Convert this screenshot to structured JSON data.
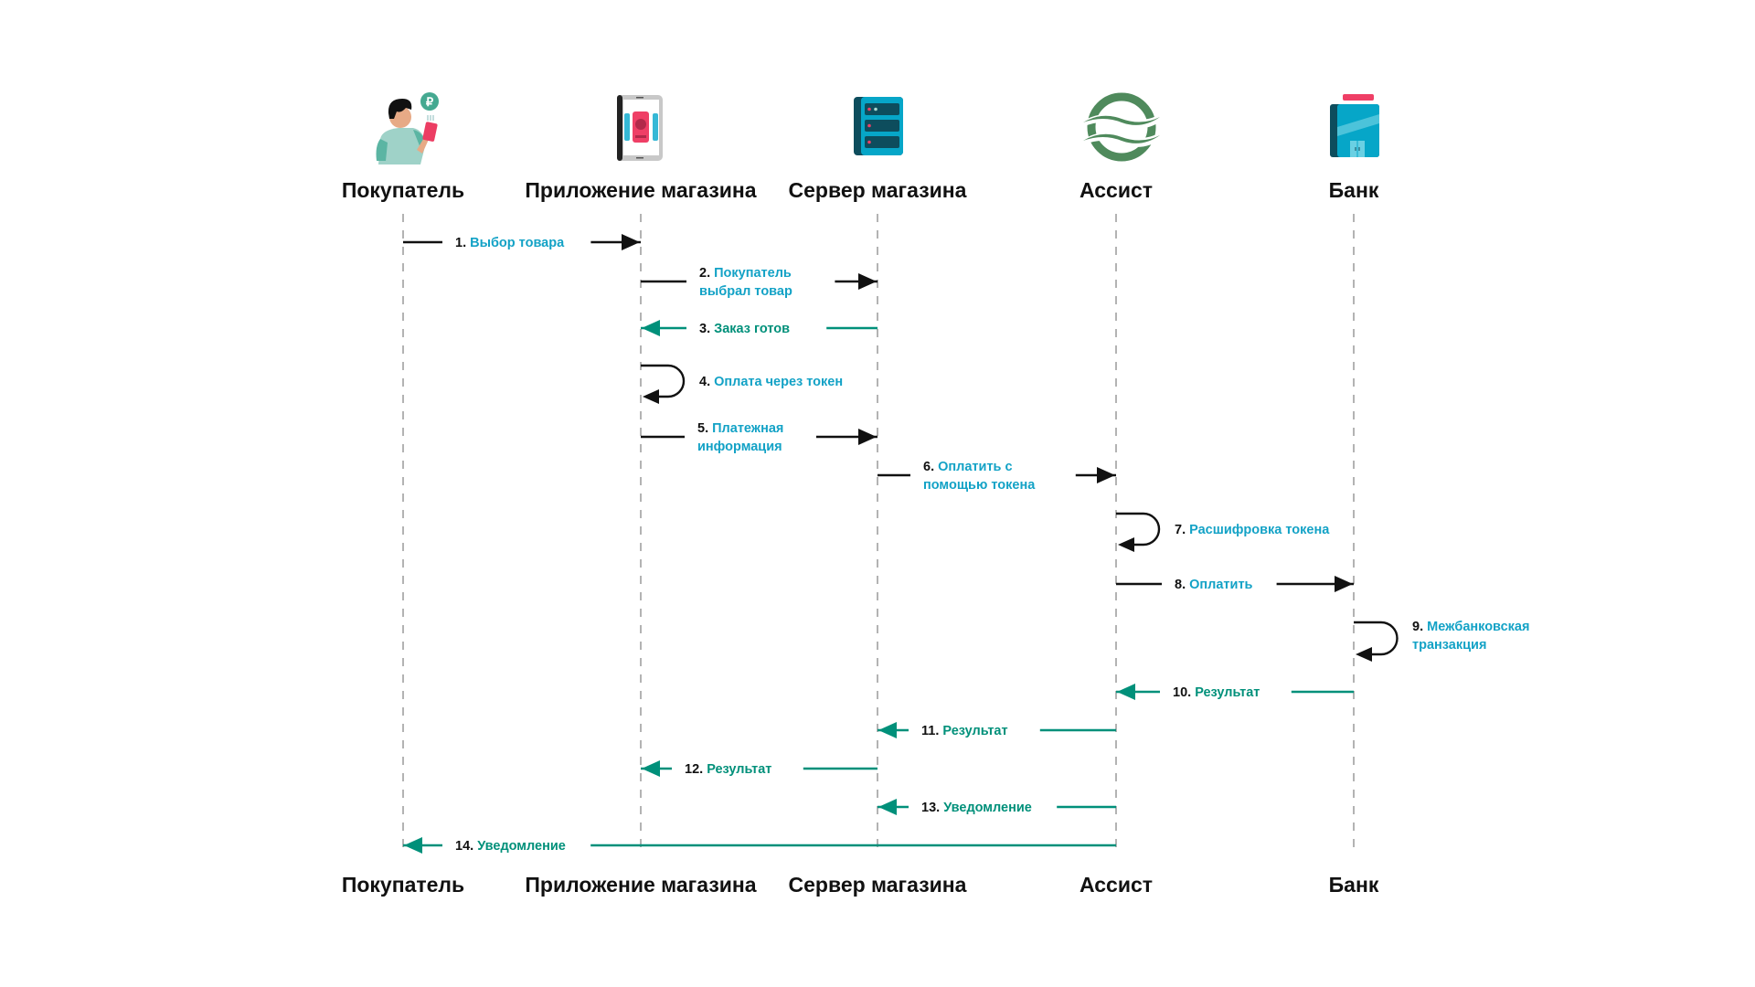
{
  "colors": {
    "request_arrow": "#111111",
    "response_arrow": "#00907a",
    "request_text": "#13a2c6",
    "response_text": "#00907a",
    "number_text": "#111111"
  },
  "actors": [
    {
      "id": "buyer",
      "label": "Покупатель",
      "icon": "person-with-phone-icon"
    },
    {
      "id": "app",
      "label": "Приложение магазина",
      "icon": "tablet-app-icon"
    },
    {
      "id": "server",
      "label": "Сервер магазина",
      "icon": "server-rack-icon"
    },
    {
      "id": "assist",
      "label": "Ассист",
      "icon": "assist-logo-icon"
    },
    {
      "id": "bank",
      "label": "Банк",
      "icon": "bank-building-icon"
    }
  ],
  "messages": [
    {
      "num": "1.",
      "lines": [
        "Выбор товара"
      ],
      "from": 0,
      "to": 1,
      "kind": "request"
    },
    {
      "num": "2.",
      "lines": [
        "Покупатель",
        "выбрал товар"
      ],
      "from": 1,
      "to": 2,
      "kind": "request"
    },
    {
      "num": "3.",
      "lines": [
        "Заказ готов"
      ],
      "from": 2,
      "to": 1,
      "kind": "response"
    },
    {
      "num": "4.",
      "lines": [
        "Оплата через токен"
      ],
      "from": 1,
      "to": 1,
      "kind": "self"
    },
    {
      "num": "5.",
      "lines": [
        "Платежная",
        "информация"
      ],
      "from": 1,
      "to": 2,
      "kind": "request"
    },
    {
      "num": "6.",
      "lines": [
        "Оплатить с",
        "помощью токена"
      ],
      "from": 2,
      "to": 3,
      "kind": "request"
    },
    {
      "num": "7.",
      "lines": [
        "Расшифровка токена"
      ],
      "from": 3,
      "to": 3,
      "kind": "self"
    },
    {
      "num": "8.",
      "lines": [
        "Оплатить"
      ],
      "from": 3,
      "to": 4,
      "kind": "request"
    },
    {
      "num": "9.",
      "lines": [
        "Межбанковская",
        "транзакция"
      ],
      "from": 4,
      "to": 4,
      "kind": "self"
    },
    {
      "num": "10.",
      "lines": [
        "Результат"
      ],
      "from": 4,
      "to": 3,
      "kind": "response"
    },
    {
      "num": "11.",
      "lines": [
        "Результат"
      ],
      "from": 3,
      "to": 2,
      "kind": "response"
    },
    {
      "num": "12.",
      "lines": [
        "Результат"
      ],
      "from": 2,
      "to": 1,
      "kind": "response"
    },
    {
      "num": "13.",
      "lines": [
        "Уведомление"
      ],
      "from": 3,
      "to": 2,
      "kind": "response"
    },
    {
      "num": "14.",
      "lines": [
        "Уведомление"
      ],
      "from": 3,
      "to": 0,
      "kind": "response"
    }
  ]
}
